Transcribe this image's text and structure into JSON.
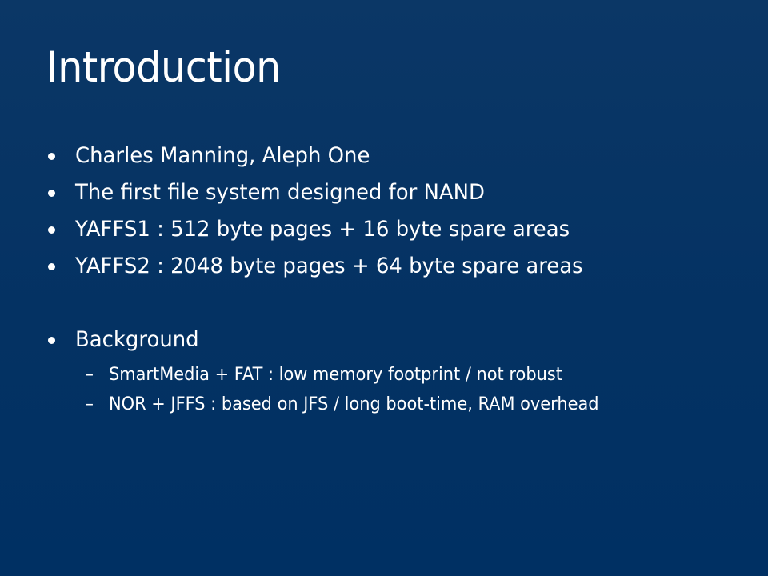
{
  "slide": {
    "title": "Introduction",
    "bullets": [
      "Charles Manning, Aleph One",
      "The first file system designed for NAND",
      "YAFFS1 : 512 byte pages + 16 byte spare areas",
      "YAFFS2 : 2048 byte pages + 64 byte spare areas"
    ],
    "background_section": {
      "label": "Background",
      "sub_bullets": [
        "SmartMedia + FAT : low memory footprint / not robust",
        "NOR + JFFS : based on JFS / long boot-time, RAM overhead"
      ]
    }
  },
  "colors": {
    "background": "#003366",
    "text": "#ffffff"
  },
  "icons": {
    "bullet": "bullet-dot-icon",
    "sub_bullet": "dash-icon"
  }
}
